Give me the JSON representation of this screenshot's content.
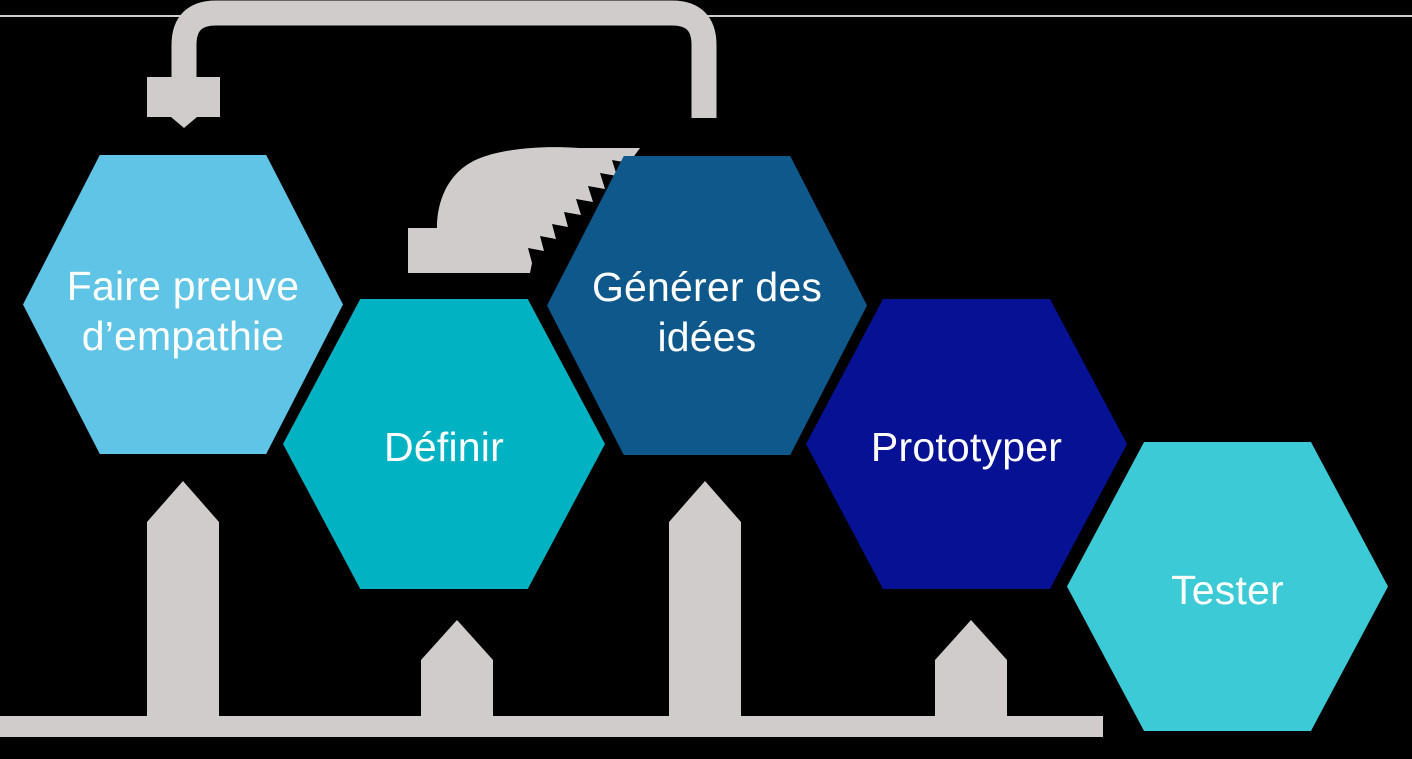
{
  "diagram": {
    "name": "design-thinking-process",
    "steps": [
      {
        "id": "empathize",
        "lines": [
          "Faire preuve",
          "d’empathie"
        ],
        "color": "#5fc4e5"
      },
      {
        "id": "define",
        "lines": [
          "Définir"
        ],
        "color": "#00b2c2"
      },
      {
        "id": "ideate",
        "lines": [
          "Générer des",
          "idées"
        ],
        "color": "#0e588c"
      },
      {
        "id": "prototype",
        "lines": [
          "Prototyper"
        ],
        "color": "#061193"
      },
      {
        "id": "test",
        "lines": [
          "Tester"
        ],
        "color": "#3ccbd6"
      }
    ],
    "connectors": {
      "loop_back_arrow": "from ideate back to empathize",
      "swoosh_arrow": "from define up to ideate",
      "baseline_with_up_arrows": "baseline feeding up into empathize, define, ideate, prototype"
    },
    "colors": {
      "connector": "#d0cccb",
      "label_text": "#ffffff",
      "background": "#000000"
    }
  }
}
